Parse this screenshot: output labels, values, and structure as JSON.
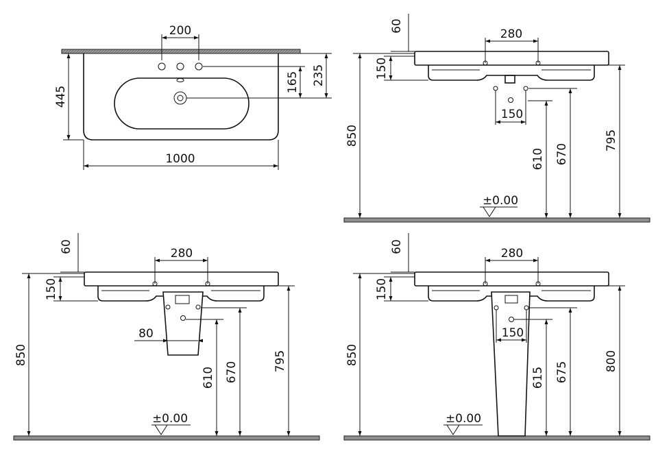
{
  "colors": {
    "line": "#111111",
    "floor": "#8e8e8e",
    "background": "#ffffff"
  },
  "top_view": {
    "d_200": "200",
    "d_445": "445",
    "d_165": "165",
    "d_235": "235",
    "d_1000": "1000"
  },
  "wall_hung": {
    "d_60": "60",
    "d_280": "280",
    "d_150_height": "150",
    "d_150_width": "150",
    "d_850": "850",
    "d_610": "610",
    "d_670": "670",
    "d_795": "795",
    "level": "±0.00"
  },
  "half_pedestal": {
    "d_60": "60",
    "d_280": "280",
    "d_150": "150",
    "d_80": "80",
    "d_850": "850",
    "d_610": "610",
    "d_670": "670",
    "d_795": "795",
    "level": "±0.00"
  },
  "full_pedestal": {
    "d_60": "60",
    "d_280": "280",
    "d_150_height": "150",
    "d_150_width": "150",
    "d_850": "850",
    "d_615": "615",
    "d_675": "675",
    "d_800": "800",
    "level": "±0.00"
  }
}
